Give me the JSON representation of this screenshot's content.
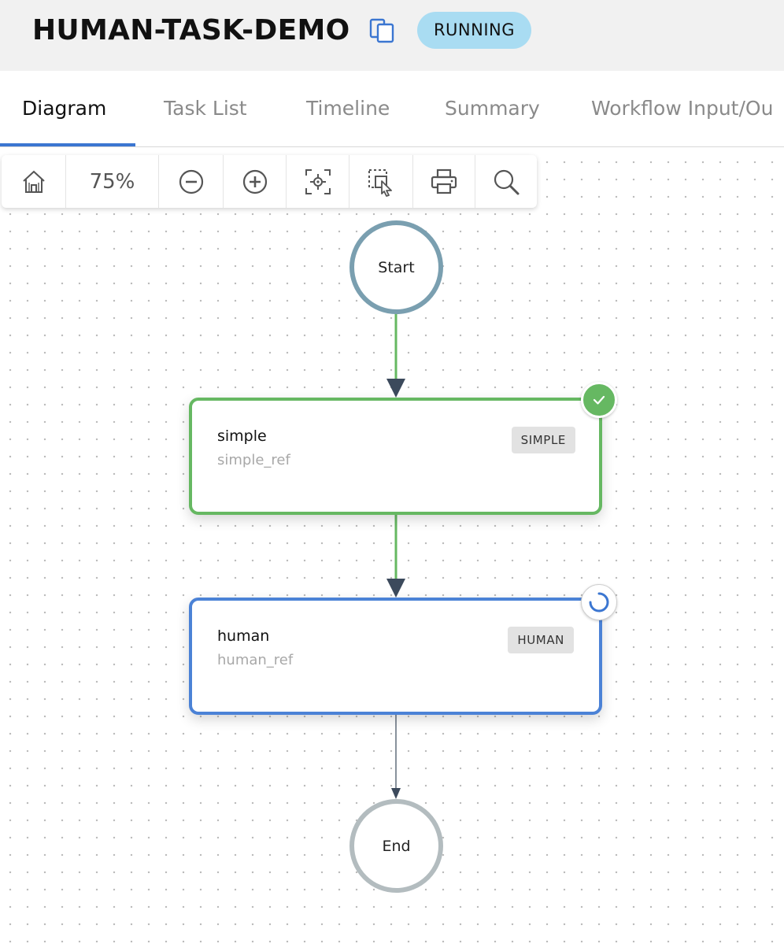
{
  "header": {
    "title": "HUMAN-TASK-DEMO",
    "status": "RUNNING"
  },
  "tabs": [
    {
      "label": "Diagram"
    },
    {
      "label": "Task List"
    },
    {
      "label": "Timeline"
    },
    {
      "label": "Summary"
    },
    {
      "label": "Workflow Input/Ou"
    }
  ],
  "toolbar": {
    "zoom_level": "75%",
    "icons": [
      "home-icon",
      "zoom-out-icon",
      "zoom-in-icon",
      "fit-view-icon",
      "select-icon",
      "print-icon",
      "search-icon"
    ]
  },
  "diagram": {
    "start_label": "Start",
    "end_label": "End",
    "tasks": [
      {
        "name": "simple",
        "ref": "simple_ref",
        "type": "SIMPLE",
        "status": "completed"
      },
      {
        "name": "human",
        "ref": "human_ref",
        "type": "HUMAN",
        "status": "in-progress"
      }
    ]
  },
  "colors": {
    "accent": "#3b76d1",
    "completed": "#66b862",
    "running_badge": "#a9dcf2",
    "start_border": "#7a9fb0",
    "end_border": "#b3bcbf"
  }
}
